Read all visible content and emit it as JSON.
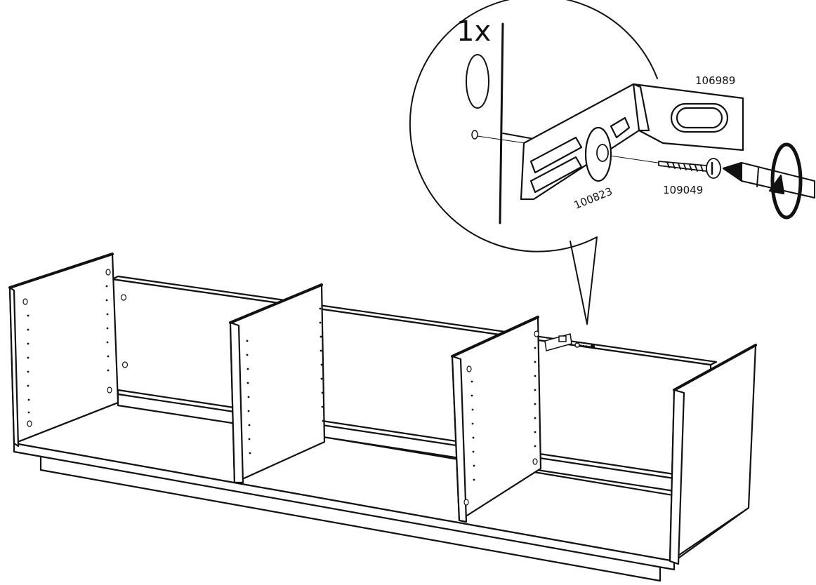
{
  "step": {
    "quantity": "1x",
    "parts": [
      {
        "id": "bracket",
        "number": "106989"
      },
      {
        "id": "washer",
        "number": "100823"
      },
      {
        "id": "screw",
        "number": "109049"
      }
    ]
  },
  "colors": {
    "line": "#111111",
    "panel": "#ffffff",
    "accent": "#222222"
  },
  "icons": [
    "screwdriver-icon",
    "rotate-arrow-icon",
    "bracket-icon",
    "washer-icon",
    "screw-icon"
  ]
}
